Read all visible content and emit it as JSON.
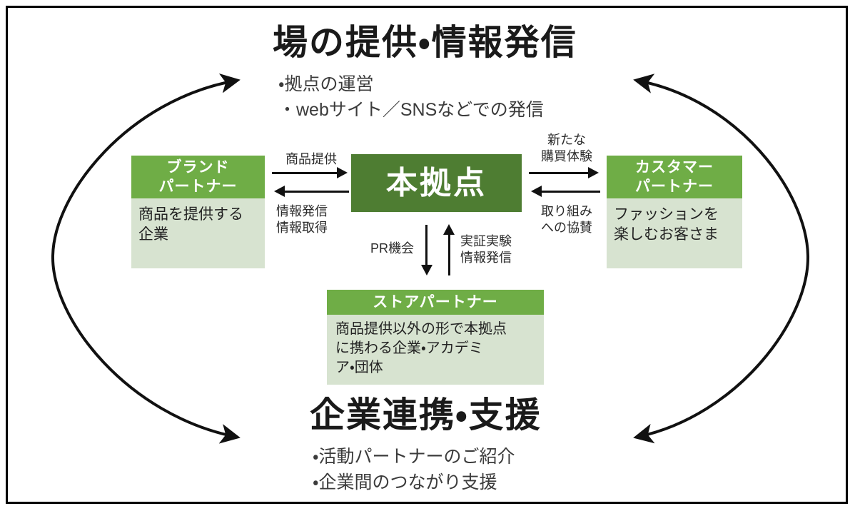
{
  "diagram": {
    "top_section": {
      "title": "場の提供・情報発信",
      "bullets": [
        "・拠点の運営",
        "・webサイト／SNSなどでの発信"
      ]
    },
    "bottom_section": {
      "title": "企業連携・支援",
      "bullets": [
        "・活動パートナーのご紹介",
        "・企業間のつながり支援"
      ]
    },
    "hub": {
      "label": "本拠点"
    },
    "boxes": [
      {
        "key": "brand",
        "head_line1": "ブランド",
        "head_line2": "パートナー",
        "body": "商品を提供する\n企業"
      },
      {
        "key": "customer",
        "head_line1": "カスタマー",
        "head_line2": "パートナー",
        "body": "ファッションを\n楽しむお客さま"
      },
      {
        "key": "store",
        "head_line1": "ストアパートナー",
        "body": "商品提供以外の形で本拠点\nに携わる企業・アカデミ\nア・団体"
      }
    ],
    "connectors": {
      "brand_to_hub": "商品提供",
      "hub_to_brand": "情報発信\n情報取得",
      "hub_to_customer": "新たな\n購買体験",
      "customer_to_hub": "取り組み\nへの協賛",
      "hub_to_store": "PR機会",
      "store_to_hub": "実証実験\n情報発信"
    }
  },
  "colors": {
    "header_green": "#6fad46",
    "hub_green": "#4e7d32",
    "body_green": "#d7e3d0",
    "ink": "#1a1a1a"
  }
}
